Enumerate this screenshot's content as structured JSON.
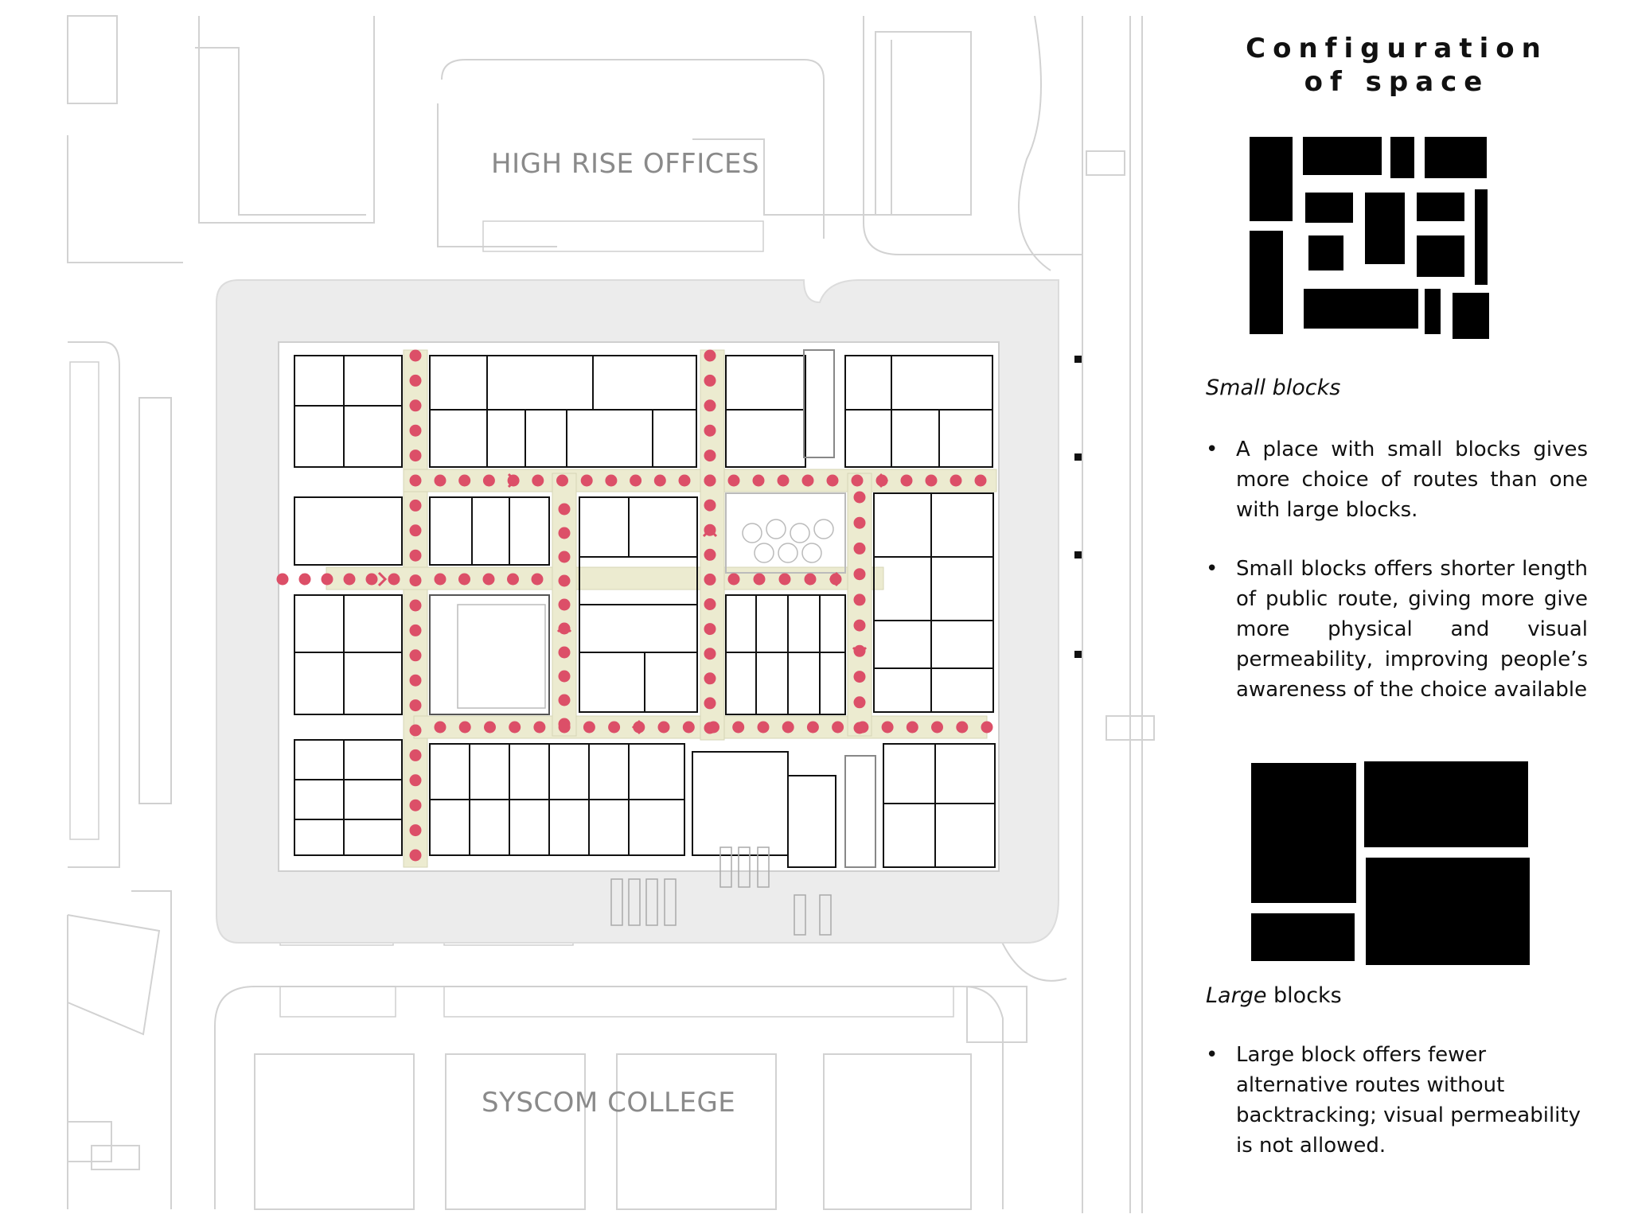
{
  "panel": {
    "title_line1": "Configuration",
    "title_line2": "of space",
    "small": {
      "heading_italic": "Small blocks",
      "heading_rest": "",
      "bullets": [
        "A place with small blocks gives more choice of routes than one with large blocks.",
        "Small blocks offers shorter length of public route, giving more give more physical and visual permeability, improving people’s awareness of the choice available"
      ]
    },
    "large": {
      "heading_italic": "Large",
      "heading_rest": " blocks",
      "bullets": [
        " Large block offers fewer alternative routes without backtracking; visual permeability is not allowed."
      ]
    },
    "bullet_glyph": "•"
  },
  "plan": {
    "label_top": "HIGH RISE OFFICES",
    "label_bottom": "SYSCOM COLLEGE"
  },
  "colors": {
    "route_fill": "#ecebd0",
    "route_dot": "#dc4f68",
    "line": "#111111",
    "faint_line": "#cfcfcf",
    "plaza": "#ececec"
  },
  "icons": [
    "arrow-chevron-icon",
    "bullet-dot-icon"
  ]
}
